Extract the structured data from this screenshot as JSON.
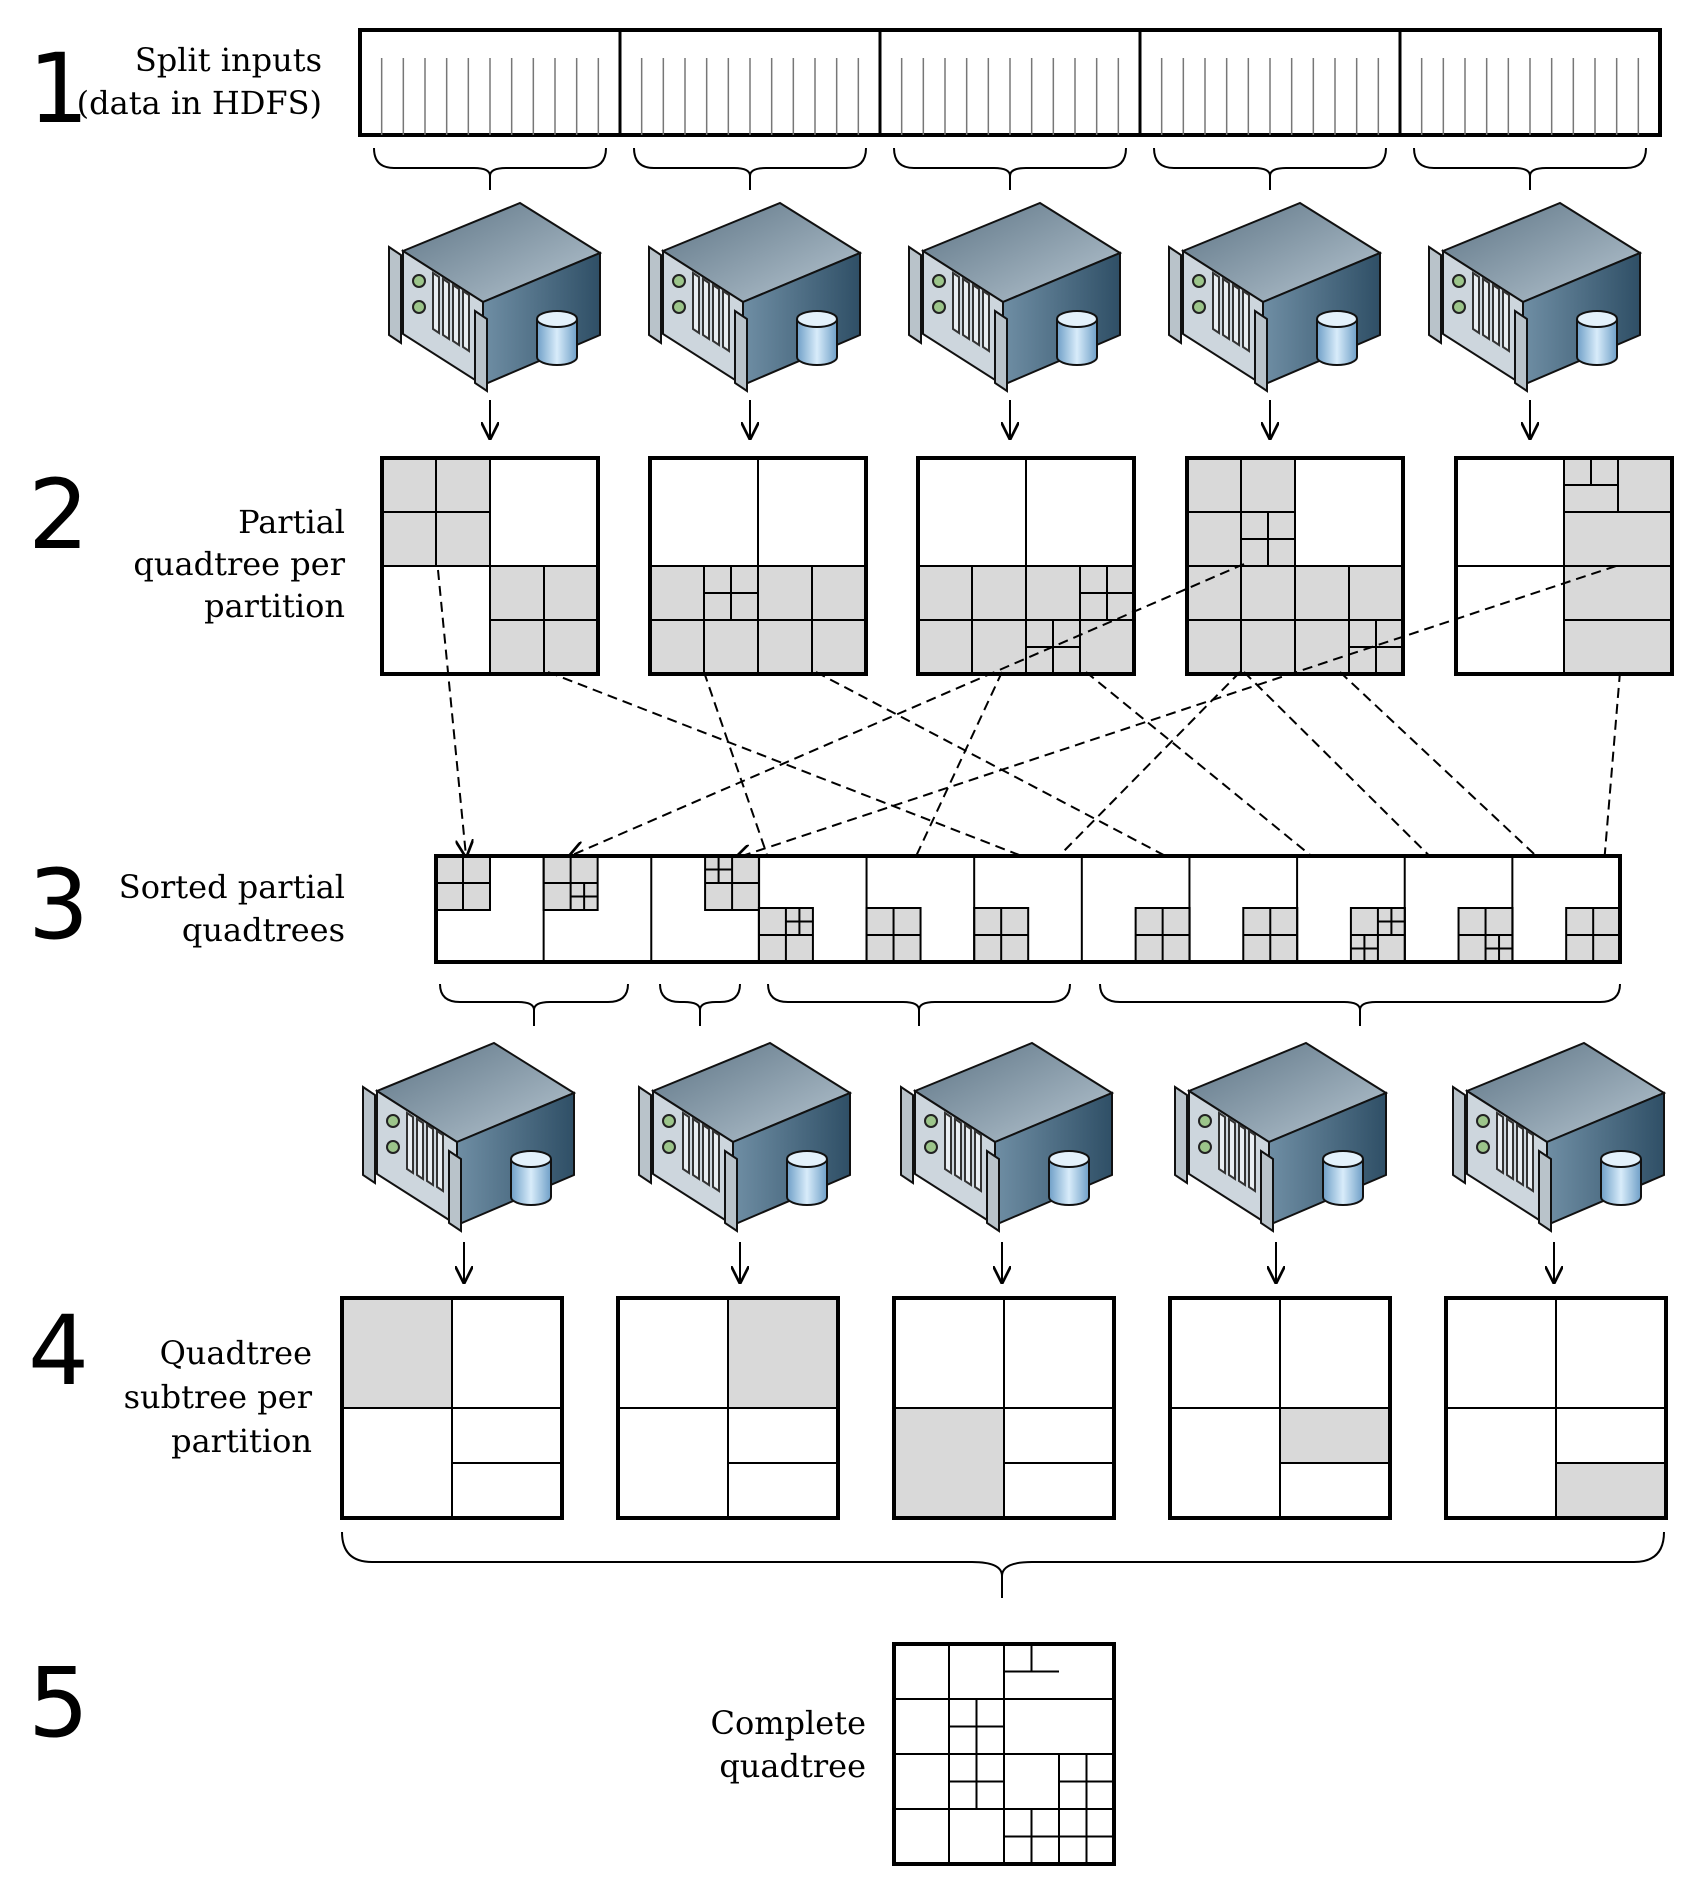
{
  "steps": [
    {
      "number": "1",
      "label_lines": [
        "Split inputs",
        "(data in HDFS)"
      ]
    },
    {
      "number": "2",
      "label_lines": [
        "Partial",
        "quadtree per",
        "partition"
      ]
    },
    {
      "number": "3",
      "label_lines": [
        "Sorted partial",
        "quadtrees"
      ]
    },
    {
      "number": "4",
      "label_lines": [
        "Quadtree",
        "subtree per",
        "partition"
      ]
    },
    {
      "number": "5",
      "label_lines": [
        "Complete",
        "quadtree"
      ]
    }
  ],
  "icons": {
    "server": "server-with-disk-icon"
  },
  "colors": {
    "stroke": "#000000",
    "shaded_cell": "#d9d9d9",
    "server_top": "#8fa3b2",
    "server_side": "#4a6d86",
    "server_front": "#cdd6dd",
    "disk": "#a9cde8"
  },
  "counts": {
    "input_splits": 5,
    "mappers": 5,
    "reducers": 5,
    "partial_quadtrees": 5,
    "sorted_cells": 11,
    "subtrees": 5
  }
}
